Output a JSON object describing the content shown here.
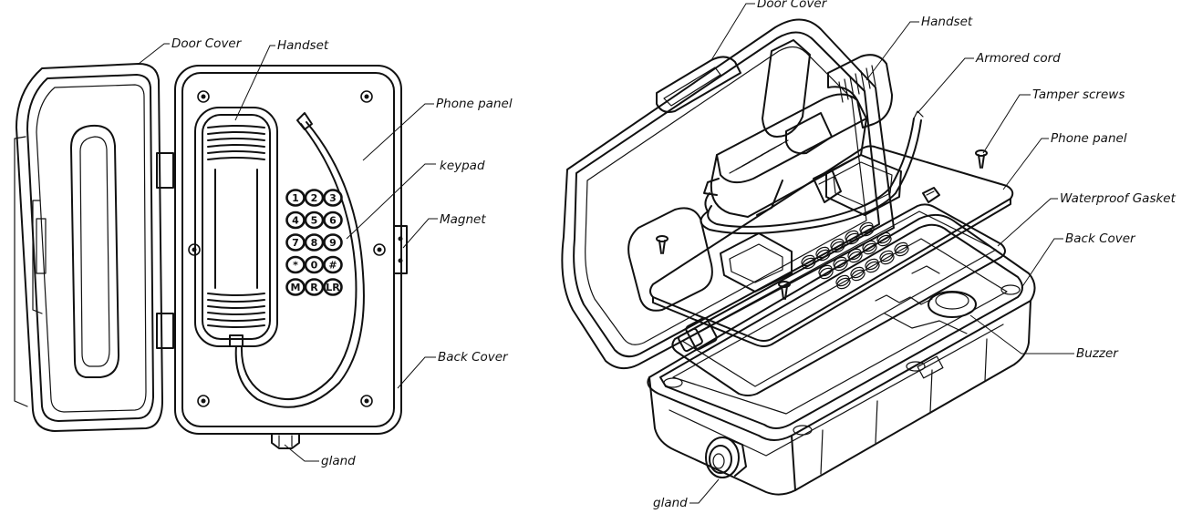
{
  "labels": {
    "left": {
      "door_cover": "Door Cover",
      "handset": "Handset",
      "phone_panel": "Phone panel",
      "keypad": "keypad",
      "magnet": "Magnet",
      "back_cover": "Back Cover",
      "gland": "gland"
    },
    "right": {
      "door_cover": "Door Cover",
      "handset": "Handset",
      "armored_cord": "Armored cord",
      "tamper_screws": "Tamper screws",
      "phone_panel": "Phone panel",
      "waterproof_gasket": "Waterproof Gasket",
      "back_cover": "Back Cover",
      "buzzer": "Buzzer",
      "gland": "gland"
    }
  },
  "keypad_keys": [
    "1",
    "2",
    "3",
    "4",
    "5",
    "6",
    "7",
    "8",
    "9",
    "*",
    "0",
    "#",
    "M",
    "R",
    "LR"
  ],
  "colors": {
    "line": "#111111",
    "background": "#ffffff"
  }
}
